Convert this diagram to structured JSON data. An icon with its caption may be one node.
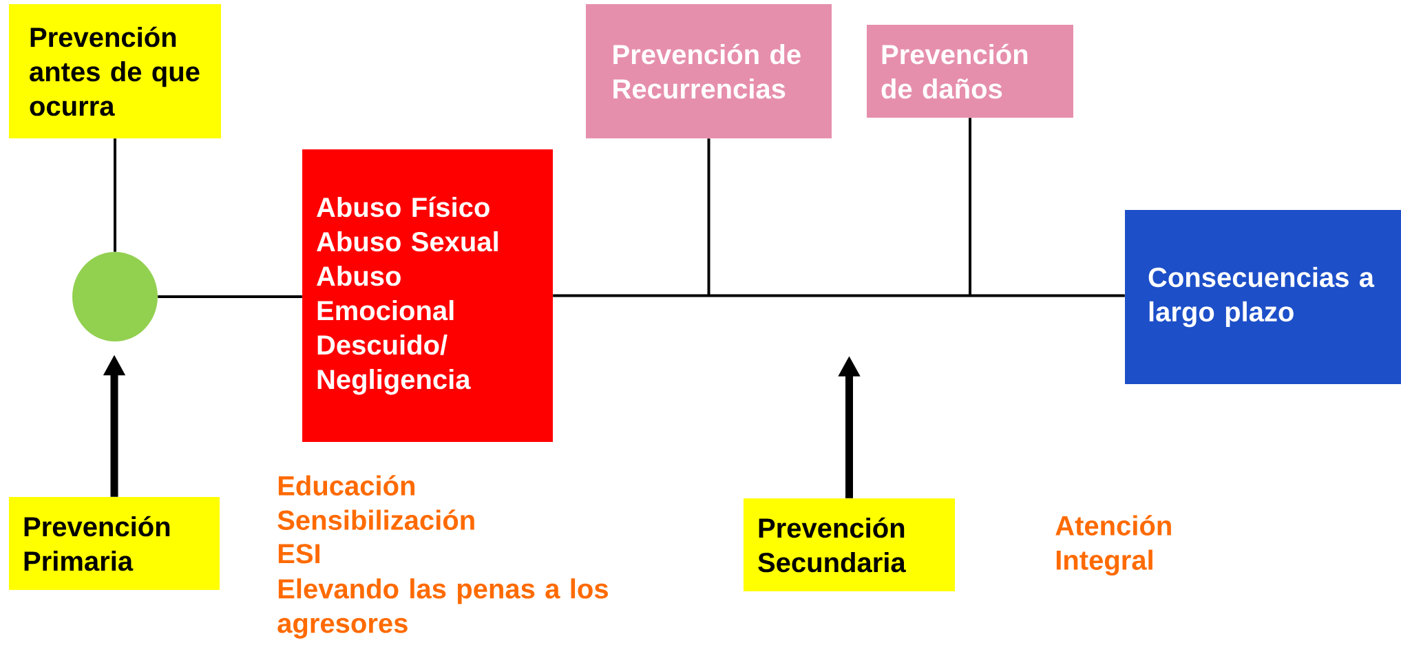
{
  "diagram": {
    "nodes": [
      {
        "text": [
          "Prevención antes de que ocurra"
        ]
      },
      {
        "text": [],
        "shape": "circle"
      },
      {
        "text": [
          "Abuso Físico",
          "Abuso Sexual",
          "Abuso Emocional",
          "Descuido/ Negligencia"
        ]
      },
      {
        "text": [
          "Prevención de Recurrencias"
        ]
      },
      {
        "text": [
          "Prevención de daños"
        ]
      },
      {
        "text": [
          "Consecuencias a largo plazo"
        ]
      },
      {
        "text": [
          "Prevención Primaria"
        ]
      },
      {
        "text": [
          "Prevención Secundaria"
        ]
      }
    ],
    "edges": [
      {
        "from": 0,
        "to": 1,
        "arrow": "none"
      },
      {
        "from": 1,
        "to": 2,
        "arrow": "none"
      },
      {
        "from": 2,
        "to": 5,
        "arrow": "none"
      },
      {
        "from": 3,
        "to": null,
        "arrow": "none"
      },
      {
        "from": 4,
        "to": null,
        "arrow": "none"
      },
      {
        "from": 6,
        "to": 1,
        "arrow": "to",
        "style": "thick"
      },
      {
        "from": 7,
        "to": null,
        "arrow": "to",
        "style": "thick"
      }
    ],
    "labels": [
      "Educación",
      "Sensibilización",
      "ESI",
      "Elevando las penas a los agresores",
      "Atención Integral"
    ]
  }
}
